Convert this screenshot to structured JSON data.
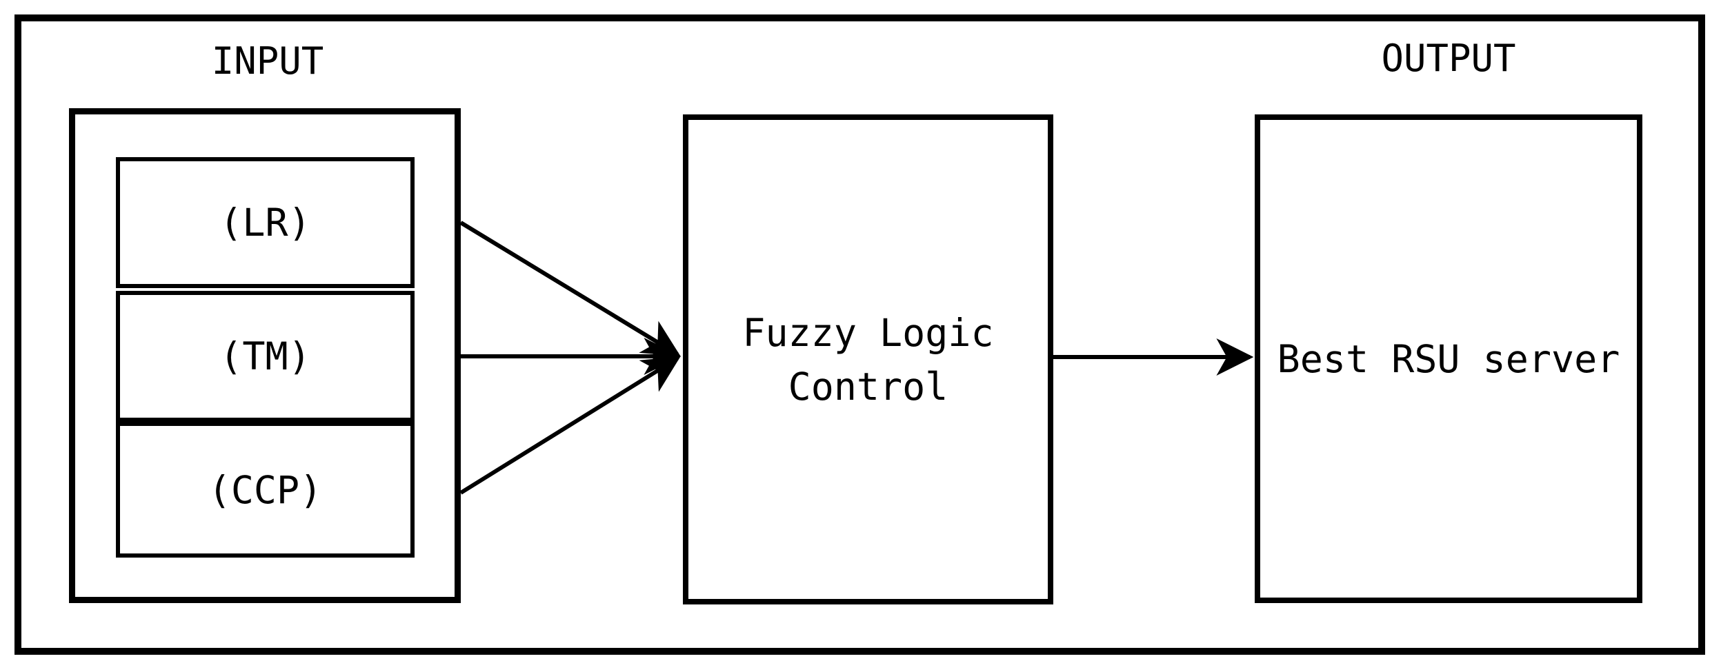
{
  "page": {
    "background_color": "#ffffff",
    "line_color": "#000000"
  },
  "input_section": {
    "label": "INPUT",
    "items": [
      {
        "label": "(LR)"
      },
      {
        "label": "(TM)"
      },
      {
        "label": "(CCP)"
      }
    ]
  },
  "process_box": {
    "line1": "Fuzzy Logic",
    "line2": "Control"
  },
  "output_section": {
    "label": "OUTPUT",
    "box_label": "Best RSU server"
  }
}
